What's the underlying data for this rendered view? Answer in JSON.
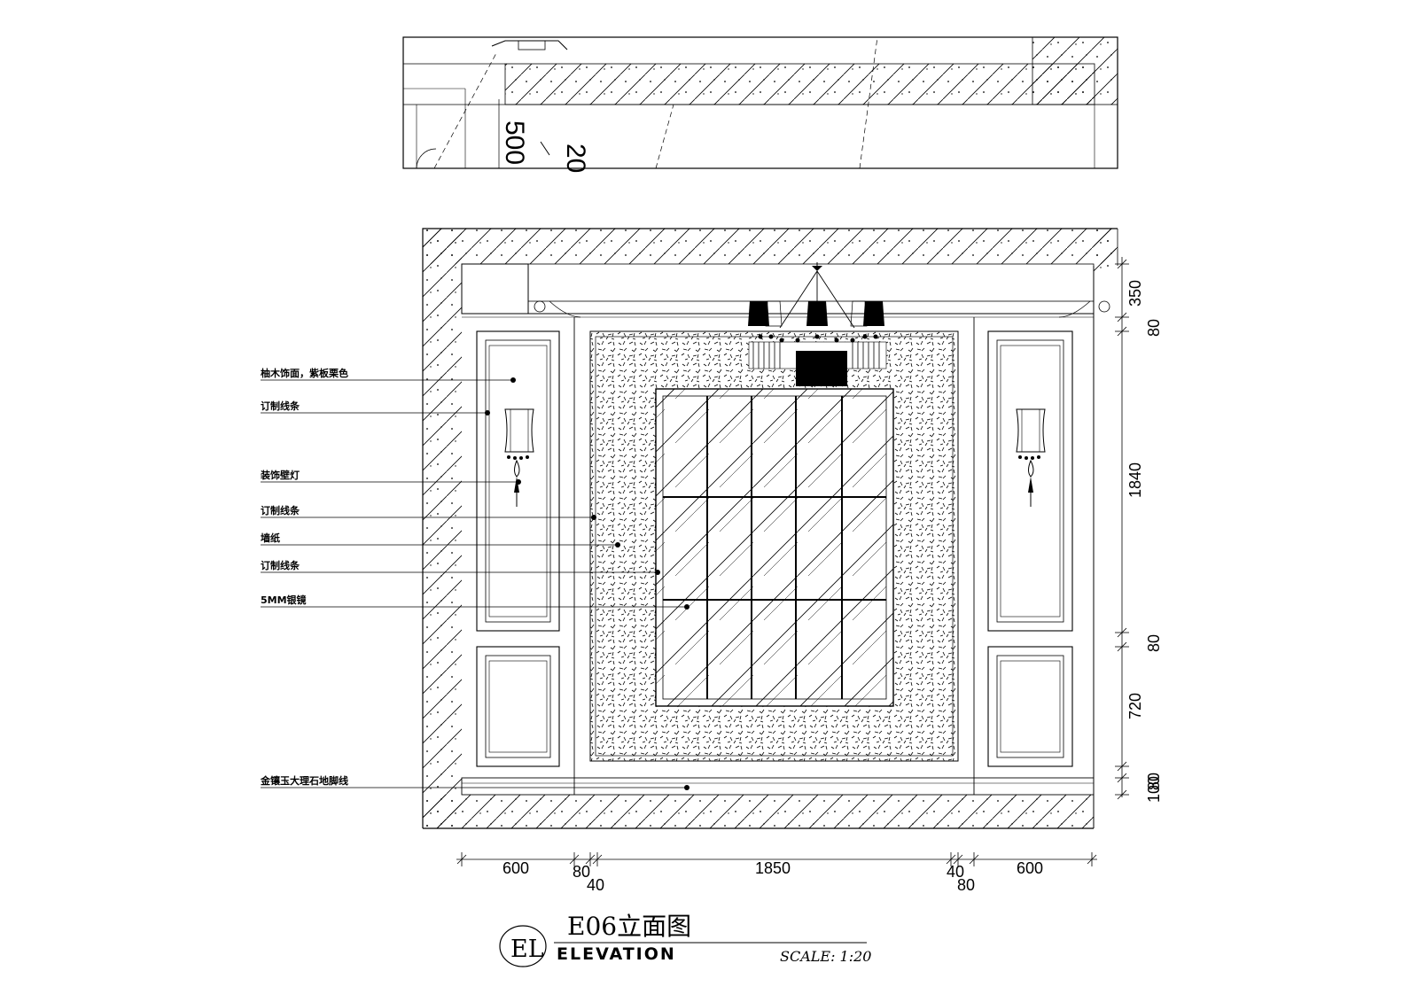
{
  "title": {
    "tag": "EL",
    "name": "E06立面图",
    "subtitle": "ELEVATION",
    "scale": "SCALE: 1:20"
  },
  "plan_dims": {
    "a": "500",
    "b": "20"
  },
  "callouts": [
    "柚木饰面，紫板栗色",
    "订制线条",
    "装饰壁灯",
    "订制线条",
    "墙纸",
    "订制线条",
    "5MM银镜",
    "金镶玉大理石地脚线"
  ],
  "vertical_dims": [
    "350",
    "80",
    "1840",
    "80",
    "720",
    "80",
    "100"
  ],
  "horizontal_dims_top": [
    "600",
    "80",
    "1850",
    "40",
    "600"
  ],
  "horizontal_dims_bottom": [
    "40",
    "80"
  ]
}
